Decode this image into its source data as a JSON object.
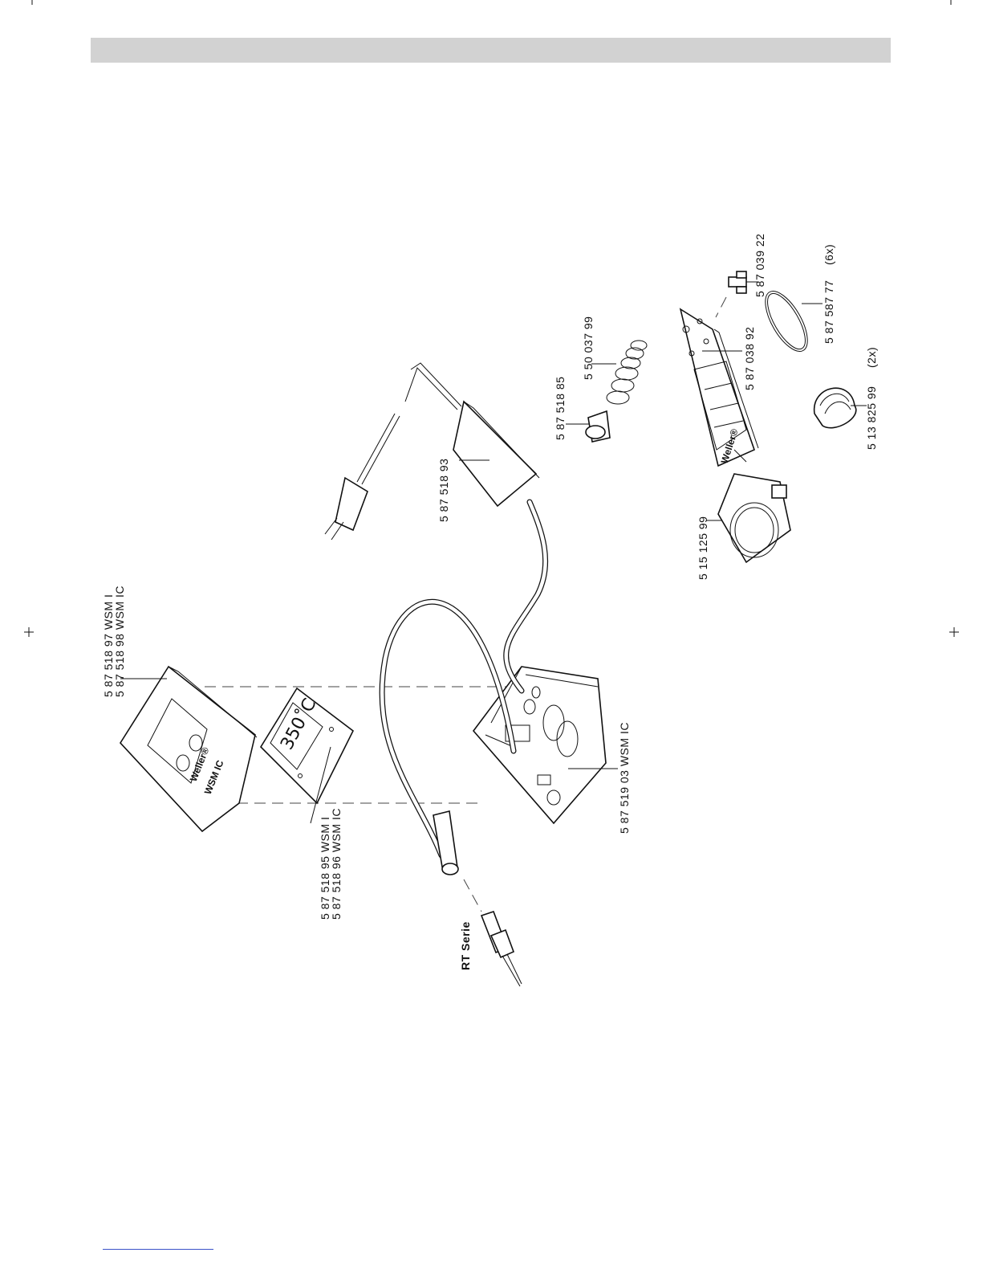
{
  "labels": {
    "housing_a": "5  87  518  97    WSM  I",
    "housing_b": "5  87  518  98    WSM  IC",
    "display_a": "5  87  518  95    WSM  I",
    "display_b": "5  87  518  96    WSM  IC",
    "control_unit": "5  87  519  03    WSM  IC",
    "power_supply": "5  87  518  93",
    "sleeve": "5  87  518  85",
    "spring": "5  50  037  99",
    "base_plate": "5  87  038  92",
    "connector": "5  87  039  22",
    "o_ring": "5  87  587  77",
    "o_ring_qty": "(6x)",
    "brass_wool": "5  13  825  99",
    "brass_wool_qty": "(2x)",
    "tip_cup": "5  15  125  99",
    "tool": "RT  Serie"
  },
  "display": {
    "temperature": "350˚C"
  },
  "brand": {
    "logo": "Weller®",
    "model": "WSM  IC"
  }
}
